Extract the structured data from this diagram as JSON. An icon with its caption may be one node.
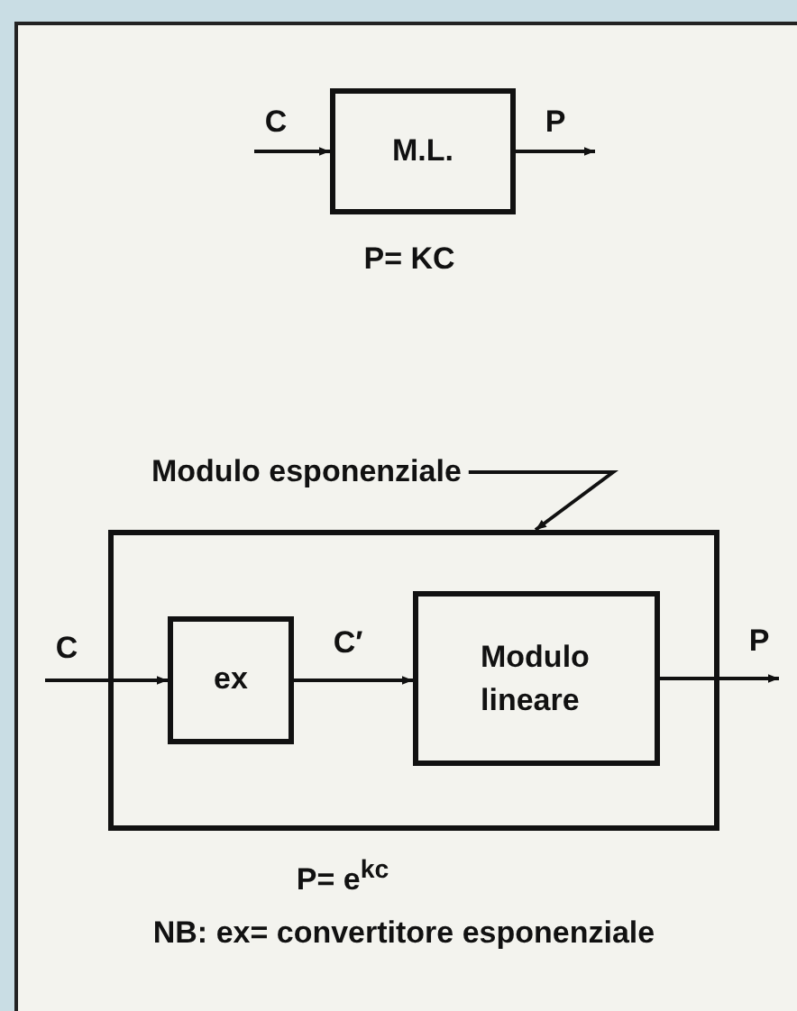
{
  "diagram": {
    "nodes": [
      {
        "text": [
          "M.L."
        ]
      },
      {
        "text": [
          "Modulo esponenziale"
        ]
      },
      {
        "text": [],
        "shape": "box"
      },
      {
        "text": [
          "ex"
        ],
        "in": 2
      },
      {
        "text": [
          "Modulo lineare"
        ],
        "in": 2
      }
    ],
    "edges": [
      {
        "from": null,
        "to": 0,
        "arrow": "to",
        "label": "C"
      },
      {
        "from": 0,
        "to": null,
        "arrow": "to",
        "label": "P"
      },
      {
        "from": 1,
        "to": 2,
        "arrow": "to"
      },
      {
        "from": null,
        "to": 3,
        "arrow": "to",
        "label": "C"
      },
      {
        "from": 3,
        "to": 4,
        "arrow": "to",
        "label": "C′"
      },
      {
        "from": 4,
        "to": null,
        "arrow": "to",
        "label": "P"
      }
    ],
    "labels": [
      "P= KC",
      "P= e$^{kc}$",
      "NB: ex= convertitore esponenziale"
    ]
  }
}
